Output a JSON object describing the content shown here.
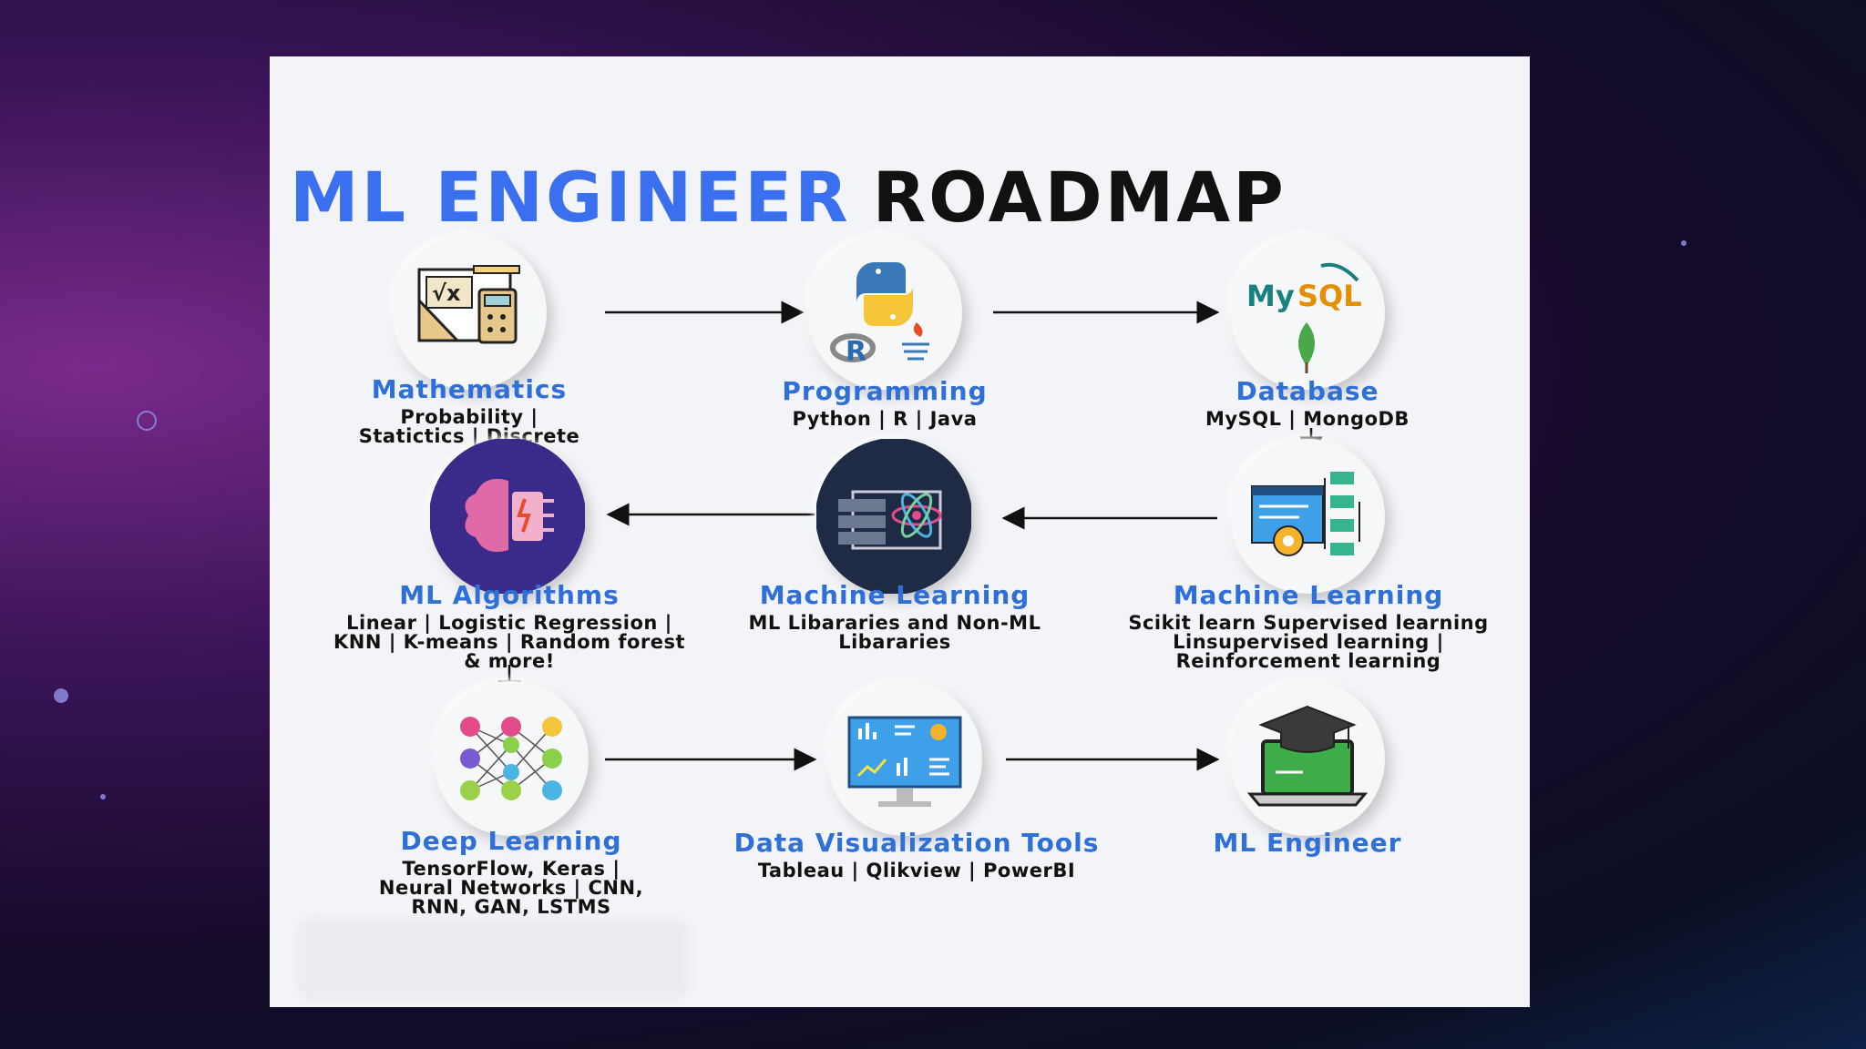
{
  "title": {
    "part1": "ML ENGINEER",
    "part2": "ROADMAP"
  },
  "colors": {
    "accent": "#2f6fd8",
    "title_blue": "#3a6ff0",
    "card": "#f3f4f7"
  },
  "steps": [
    {
      "heading": "Mathematics",
      "sub": "Probability | Statictics | Discrete",
      "icon": "math-tools-icon"
    },
    {
      "heading": "Programming",
      "sub": "Python | R | Java",
      "icon": "python-r-java-icon"
    },
    {
      "heading": "Database",
      "sub": "MySQL | MongoDB",
      "icon": "mysql-mongodb-icon",
      "logo_text": "MySQL"
    },
    {
      "heading": "Machine Learning",
      "sub": "Scikit learn Supervised learning Linsupervised learning | Reinforcement learning",
      "icon": "flowchart-gear-icon"
    },
    {
      "heading": "Machine Learning",
      "sub": "ML Libararies and Non-ML Libararies",
      "icon": "atom-server-icon"
    },
    {
      "heading": "ML Algorithms",
      "sub": "Linear | Logistic Regression | KNN | K-means | Random forest & more!",
      "icon": "brain-chip-icon"
    },
    {
      "heading": "Deep Learning",
      "sub": "TensorFlow, Keras | Neural Networks | CNN, RNN, GAN, LSTMS",
      "icon": "neural-network-icon"
    },
    {
      "heading": "Data Visualization Tools",
      "sub": "Tableau | Qlikview | PowerBI",
      "icon": "dashboard-monitor-icon"
    },
    {
      "heading": "ML Engineer",
      "sub": "",
      "icon": "graduation-laptop-icon"
    }
  ]
}
